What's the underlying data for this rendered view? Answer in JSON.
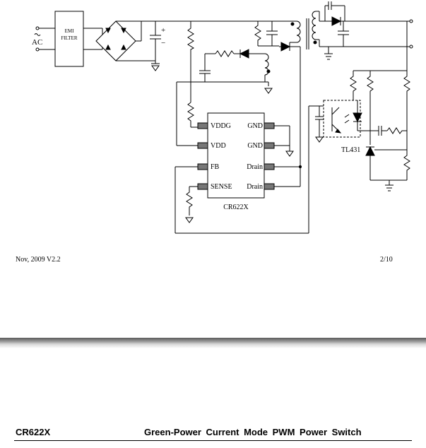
{
  "schematic": {
    "labels": {
      "ac": "AC",
      "emi_line1": "EMI",
      "emi_line2": "FILTER",
      "cap_plus": "+",
      "cap_minus": "−",
      "chip_name": "CR622X",
      "tl431": "TL431"
    },
    "pins_left": [
      "VDDG",
      "VDD",
      "FB",
      "SENSE"
    ],
    "pins_right": [
      "GND",
      "GND",
      "Drain",
      "Drain"
    ]
  },
  "footer": {
    "left": "Nov, 2009   V2.2",
    "right": "2/10"
  },
  "header": {
    "part": "CR622X",
    "title": "Green-Power Current Mode PWM Power Switch"
  }
}
